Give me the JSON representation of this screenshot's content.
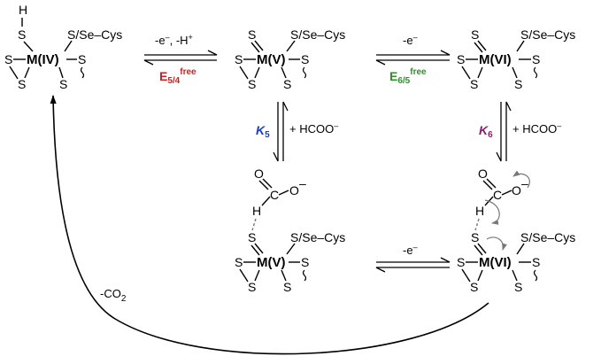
{
  "colors": {
    "red": "#cc1f1f",
    "green": "#2f8f2a",
    "blue": "#1f3cc8",
    "purple": "#8a1f6a",
    "grey_arrow": "#777777"
  },
  "atoms": {
    "H": "H",
    "S": "S",
    "C": "C",
    "O": "O",
    "O_minus": "–",
    "S_Se_Cys": "S/Se–Cys"
  },
  "complexes": {
    "m4": "M(IV)",
    "m5": "M(V)",
    "m6": "M(VI)",
    "m5_formate": "M(V)",
    "m6_formate": "M(VI)"
  },
  "steps": {
    "oxidation_1": {
      "label": "-e",
      "sup_e": "–",
      "sep": ", ",
      "h": "-H",
      "sup_h": "+"
    },
    "potential_54": {
      "main": "E",
      "sub": "5/4",
      "sup": "free"
    },
    "oxidation_2": {
      "label": "-e",
      "sup": "–"
    },
    "potential_65": {
      "main": "E",
      "sub": "6/5",
      "sup": "free"
    },
    "k5": {
      "main": "K",
      "sub": "5"
    },
    "k6": {
      "main": "K",
      "sub": "6"
    },
    "formate_5": {
      "label": "+ HCOO",
      "sup": "–"
    },
    "formate_6": {
      "label": "+ HCOO",
      "sup": "–"
    },
    "oxidation_3": {
      "label": "-e",
      "sup": "–"
    },
    "co2_release": {
      "label": "-CO",
      "sub": "2"
    }
  }
}
